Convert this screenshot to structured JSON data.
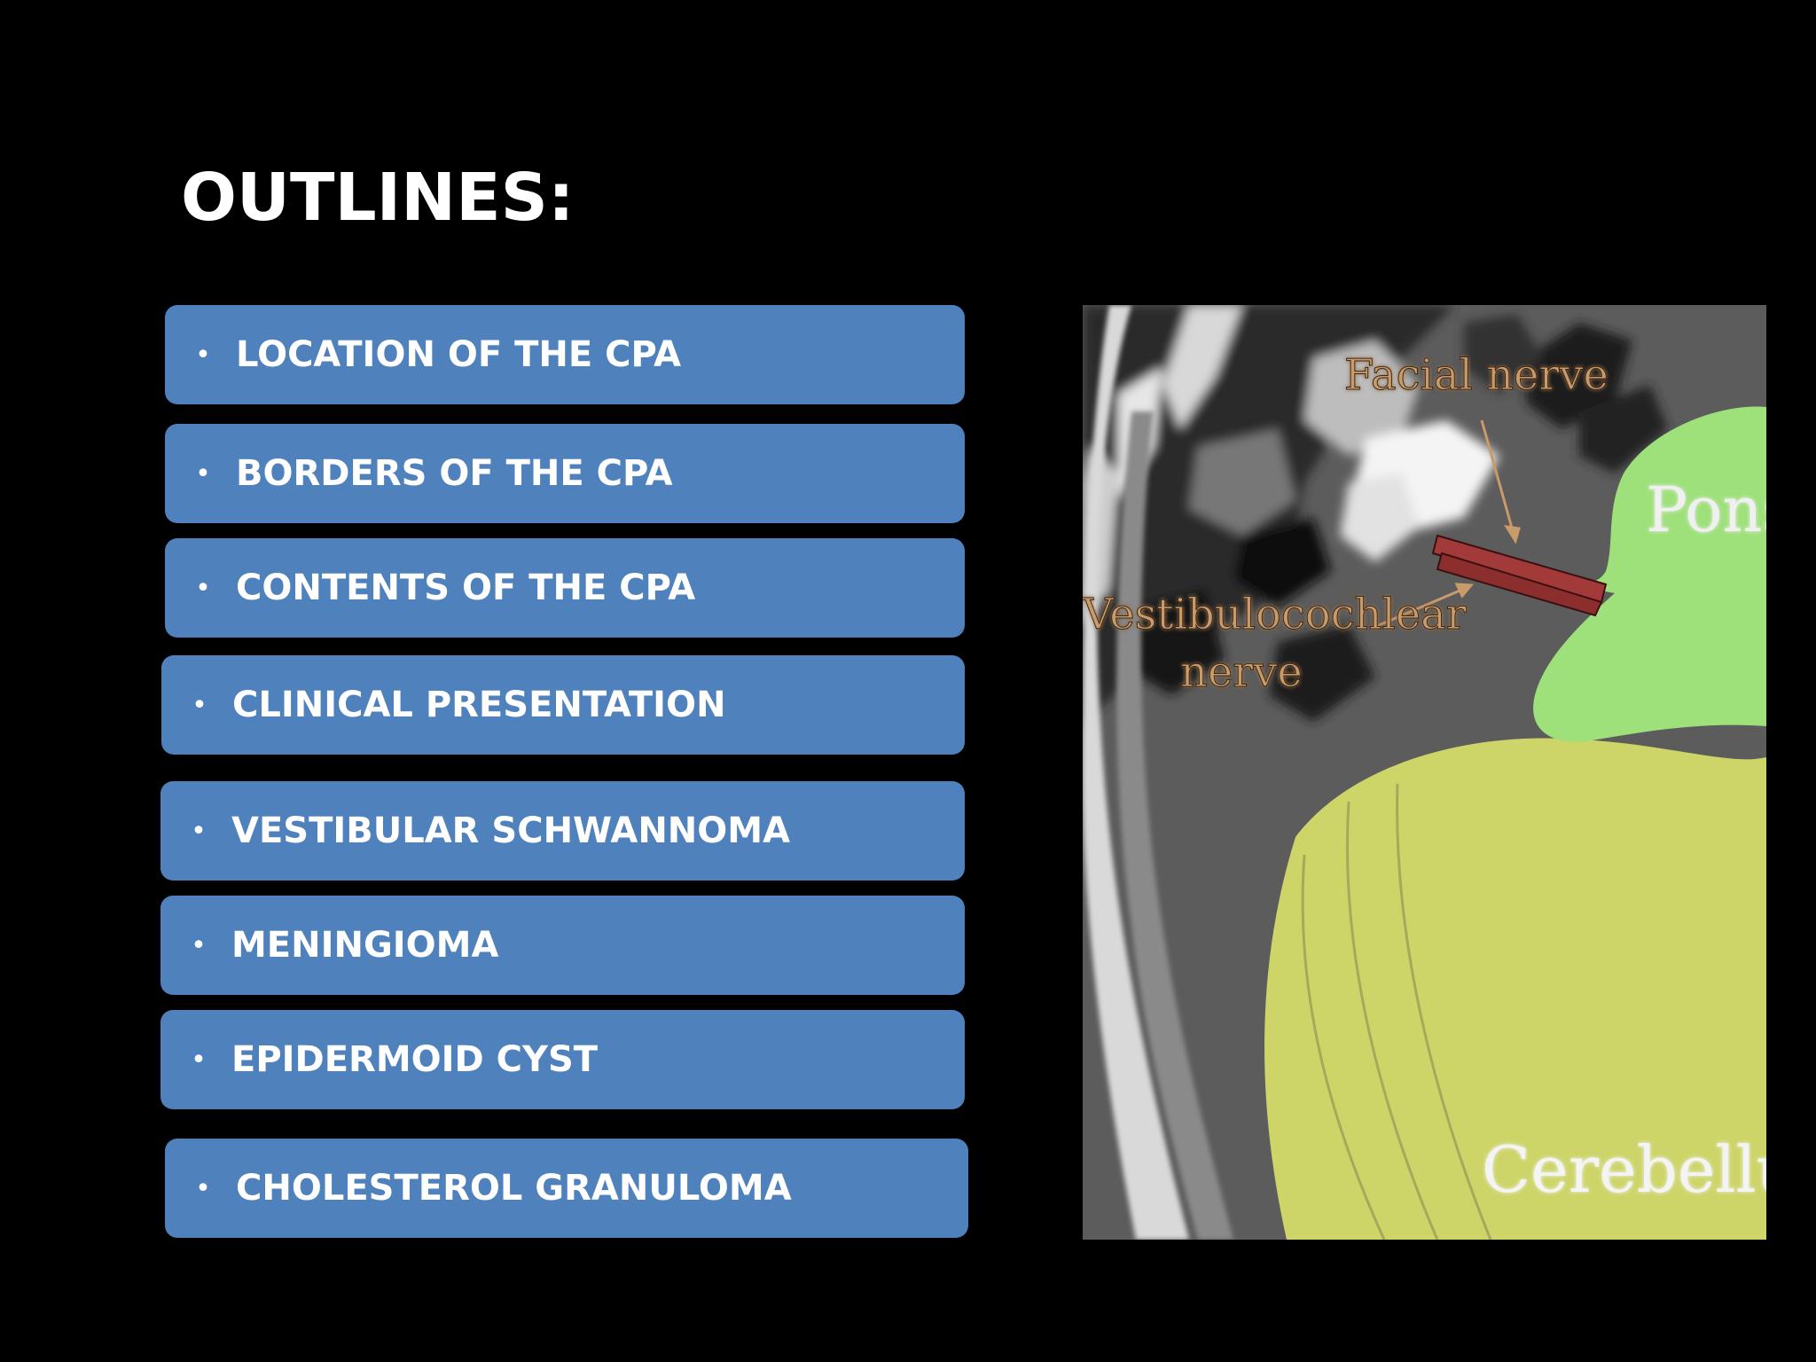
{
  "slide": {
    "title": "OUTLINES:",
    "items": [
      {
        "label": "LOCATION OF THE CPA"
      },
      {
        "label": "BORDERS OF THE CPA"
      },
      {
        "label": "CONTENTS OF THE CPA"
      },
      {
        "label": "CLINICAL PRESENTATION"
      },
      {
        "label": "VESTIBULAR SCHWANNOMA"
      },
      {
        "label": "MENINGIOMA"
      },
      {
        "label": "EPIDERMOID CYST"
      },
      {
        "label": "CHOLESTEROL GRANULOMA"
      }
    ],
    "bullet": "•"
  },
  "figure": {
    "labels": {
      "facial_nerve": "Facial nerve",
      "pons": "Pons",
      "vestibulocochlear_line1": "Vestibulocochlear",
      "vestibulocochlear_line2": "nerve",
      "cerebellum": "Cerebellum"
    }
  },
  "colors": {
    "background": "#000000",
    "box_fill": "#4f81bd",
    "text": "#ffffff",
    "pons_fill": "#9ee07a",
    "cerebellum_fill": "#cdd468",
    "nerve_fill": "#a33a3a",
    "label_text": "#c99a6a"
  }
}
